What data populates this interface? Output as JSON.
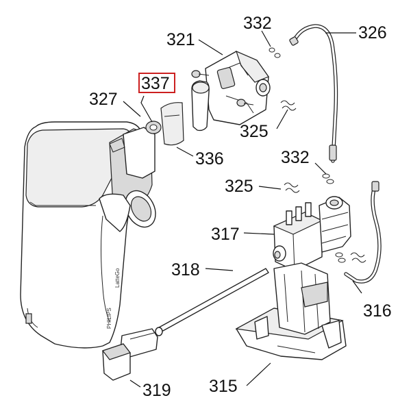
{
  "diagram": {
    "highlight_color": "#cc1f1f",
    "line_color": "#222222",
    "callouts": [
      {
        "id": "c321",
        "text": "321"
      },
      {
        "id": "c332a",
        "text": "332"
      },
      {
        "id": "c326",
        "text": "326"
      },
      {
        "id": "c337",
        "text": "337",
        "highlighted": true
      },
      {
        "id": "c327",
        "text": "327"
      },
      {
        "id": "c325a",
        "text": "325"
      },
      {
        "id": "c336",
        "text": "336"
      },
      {
        "id": "c332b",
        "text": "332"
      },
      {
        "id": "c325b",
        "text": "325"
      },
      {
        "id": "c317",
        "text": "317"
      },
      {
        "id": "c318",
        "text": "318"
      },
      {
        "id": "c316",
        "text": "316"
      },
      {
        "id": "c319",
        "text": "319"
      },
      {
        "id": "c315",
        "text": "315"
      }
    ],
    "product_branding": {
      "brand": "PHILIPS",
      "model": "LatteGo"
    }
  }
}
